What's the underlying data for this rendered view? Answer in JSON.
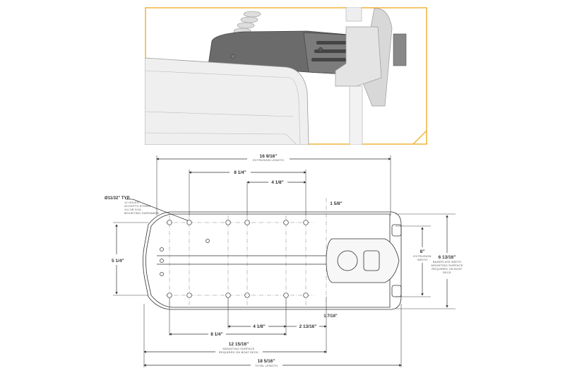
{
  "inset": {
    "border_color": "#f0b43c",
    "description": "3D render of trolling motor mount bracket on boat deck"
  },
  "dimensions": {
    "extrusion_length": {
      "value": "16 9/16\"",
      "label": "EXTRUSION LENGTH"
    },
    "top_span_a": {
      "value": "8 1/4\""
    },
    "top_span_b": {
      "value": "4 1/8\""
    },
    "offset_top": {
      "value": "1 5/8\""
    },
    "hole_callout": {
      "value": "Ø11/32\" TYP.",
      "line1": "12 HOLES",
      "line2": "ACCEPTS EITHER",
      "line3": "1/4 OR 5/16",
      "line4": "MOUNTING HARDWARE"
    },
    "left_height": {
      "value": "5 1/4\""
    },
    "extrusion_width": {
      "value": "8\"",
      "line1": "EXTRUSION",
      "line2": "WIDTH"
    },
    "baseplate_width": {
      "value": "6 13/16\"",
      "line1": "BASEPLATE WIDTH",
      "line2": "MOUNTING SURFACE",
      "line3": "REQUIRED ON BOAT",
      "line4": "DECK"
    },
    "offset_bottom": {
      "value": "1 7/16\""
    },
    "bottom_span_b": {
      "value": "4 1/8\""
    },
    "bottom_span_c": {
      "value": "2 13/16\""
    },
    "bottom_span_a": {
      "value": "8 1/4\""
    },
    "mounting_surface": {
      "value": "12 15/16\"",
      "line1": "MOUNTING SURFACE",
      "line2": "REQUIRED ON BOAT DECK"
    },
    "total_length": {
      "value": "18 5/16\"",
      "label": "TOTAL LENGTH"
    }
  }
}
